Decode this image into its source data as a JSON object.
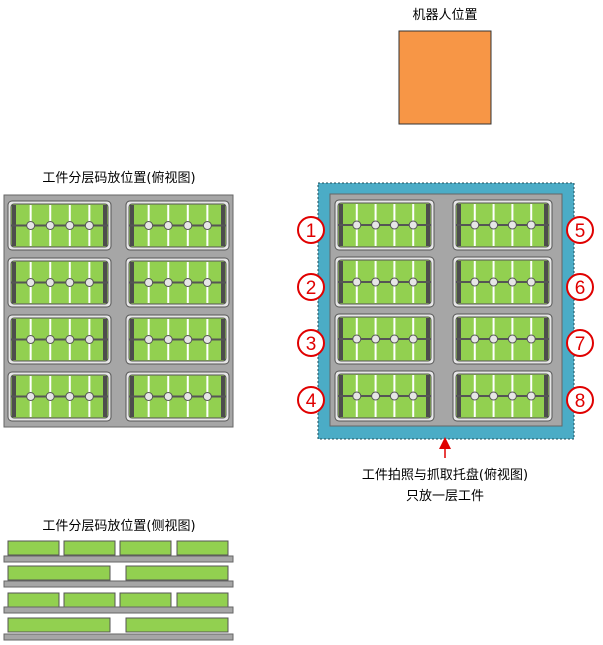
{
  "robot": {
    "label": "机器人位置",
    "color": "#F79646"
  },
  "top_view": {
    "title": "工件分层码放位置(俯视图)"
  },
  "pick_tray": {
    "caption_line1": "工件拍照与抓取托盘(俯视图)",
    "caption_line2": "只放一层工件",
    "background": "#4BACC6",
    "slot_numbers": [
      "1",
      "2",
      "3",
      "4",
      "5",
      "6",
      "7",
      "8"
    ]
  },
  "side_view": {
    "title": "工件分层码放位置(侧视图)"
  },
  "colors": {
    "part_green": "#92D050",
    "tray_gray": "#A6A6A6",
    "marker_red": "#E00000"
  }
}
